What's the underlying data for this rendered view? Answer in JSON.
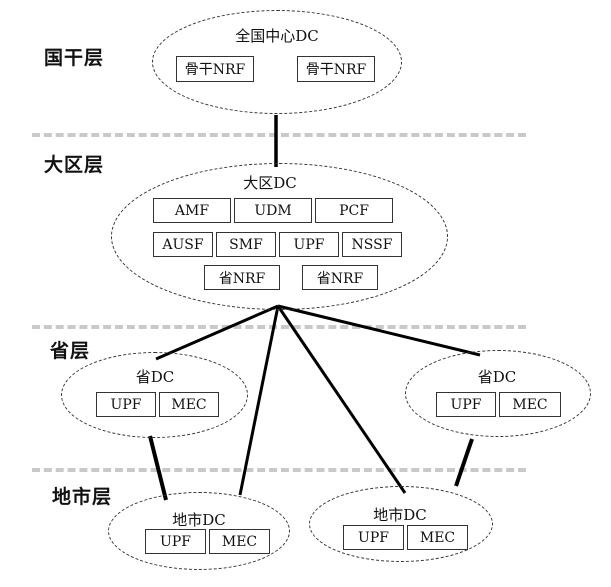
{
  "layers": {
    "national": "国干层",
    "region": "大区层",
    "province": "省层",
    "city": "地市层"
  },
  "national_dc": {
    "title": "全国中心DC",
    "nfs": [
      "骨干NRF",
      "骨干NRF"
    ]
  },
  "region_dc": {
    "title": "大区DC",
    "row1": [
      "AMF",
      "UDM",
      "PCF"
    ],
    "row2": [
      "AUSF",
      "SMF",
      "UPF",
      "NSSF"
    ],
    "row3": [
      "省NRF",
      "省NRF"
    ]
  },
  "province_dc_left": {
    "title": "省DC",
    "nfs": [
      "UPF",
      "MEC"
    ]
  },
  "province_dc_right": {
    "title": "省DC",
    "nfs": [
      "UPF",
      "MEC"
    ]
  },
  "city_dc_left": {
    "title": "地市DC",
    "nfs": [
      "UPF",
      "MEC"
    ]
  },
  "city_dc_right": {
    "title": "地市DC",
    "nfs": [
      "UPF",
      "MEC"
    ]
  },
  "colors": {
    "line": "#000000",
    "divider": "#c9c9c9",
    "border": "#333333"
  }
}
